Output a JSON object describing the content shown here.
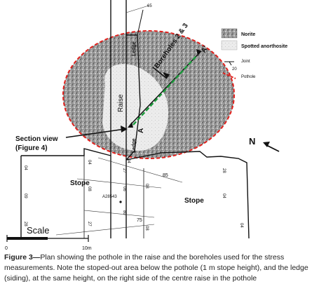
{
  "figure": {
    "legend": {
      "norite": "Norite",
      "spotted_anorthosite": "Spotted anorthosite",
      "joint": "Joint",
      "joint_dip": "20",
      "pothole": "Pothole"
    },
    "labels": {
      "raise": "Raise",
      "ledge_top": "Ledge",
      "ledge_bottom": "Ledge",
      "boreholes": "Boreholes 2 & 3",
      "section_view_line1": "Section view",
      "section_view_line2": "(Figure 4)",
      "section_a": "A",
      "section_a_prime": "A'",
      "north": "N",
      "stope_left": "Stope",
      "stope_right": "Stope",
      "peg": "A28543",
      "scale": "Scale",
      "scale_start": "0",
      "scale_end": "10m"
    },
    "dips": [
      "65",
      "85",
      "75",
      "04",
      "04",
      "27",
      "08",
      "06",
      "08",
      "28",
      "09",
      "04",
      "80",
      "28",
      "27",
      "04",
      "08",
      "04"
    ],
    "colors": {
      "pothole": "#e0201c",
      "borehole": "#1a9a3a",
      "norite": "#8a8a8a",
      "anorthosite": "#e6e6e6"
    }
  },
  "caption": {
    "label": "Figure 3—",
    "text": "Plan showing the pothole in the raise and the boreholes used for the stress measurements. Note the stoped-out area below the pothole (1 m stope height), and the ledge (siding), at the same height, on the right side of the centre raise in the pothole"
  }
}
